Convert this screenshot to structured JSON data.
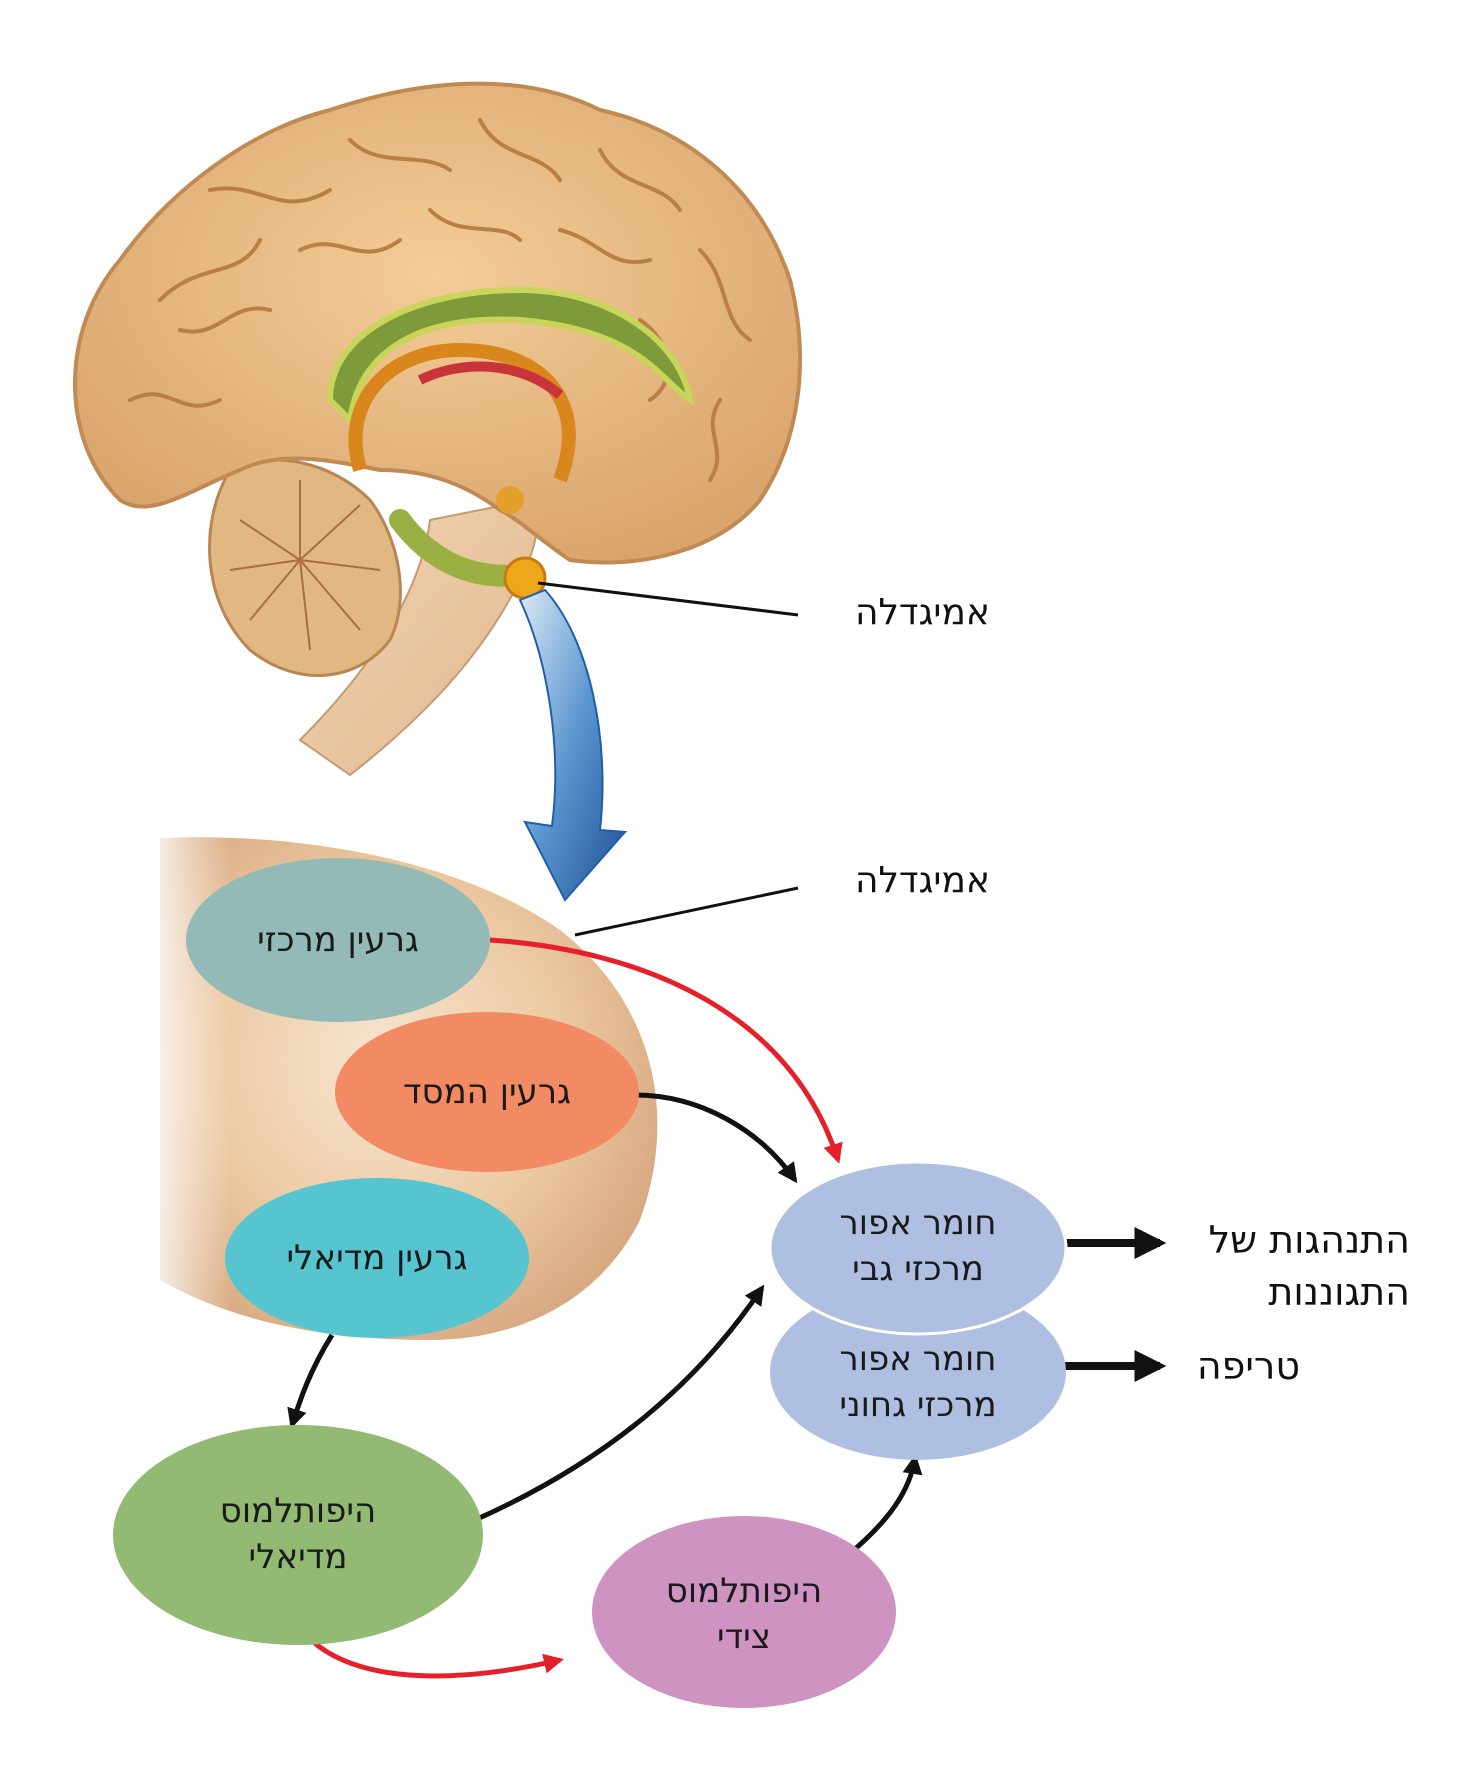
{
  "labels": {
    "amygdala_brain": "אמיגדלה",
    "amygdala_region": "אמיגדלה"
  },
  "nodes": {
    "central_nucleus": "גרעין מרכזי",
    "basal_nucleus": "גרעין המסד",
    "medial_nucleus": "גרעין מדיאלי",
    "dorsal_pag_line1": "חומר אפור",
    "dorsal_pag_line2": "מרכזי גבי",
    "ventral_pag_line1": "חומר אפור",
    "ventral_pag_line2": "מרכזי גחוני",
    "medial_hypothalamus_line1": "היפותלמוס",
    "medial_hypothalamus_line2": "מדיאלי",
    "lateral_hypothalamus_line1": "היפותלמוס",
    "lateral_hypothalamus_line2": "צידי"
  },
  "outputs": {
    "defensive_line1": "התנהגות של",
    "defensive_line2": "התגוננות",
    "predation": "טריפה"
  },
  "colors": {
    "central_nucleus": "#93bab6",
    "basal_nucleus": "#f28a63",
    "medial_nucleus": "#56c5cf",
    "pag": "#aebfe2",
    "medial_hypothalamus": "#93ba72",
    "lateral_hypothalamus": "#cf93c2",
    "red_arrow": "#e5202a",
    "black_arrow": "#111111",
    "amygdala_region": "#e2bd95",
    "brain_cortex": "#e6b77f",
    "pointer_arrow": "#1e5fa8"
  },
  "icons": {
    "brain": "brain-sagittal-illustration",
    "pointer": "curved-down-arrow-icon"
  }
}
